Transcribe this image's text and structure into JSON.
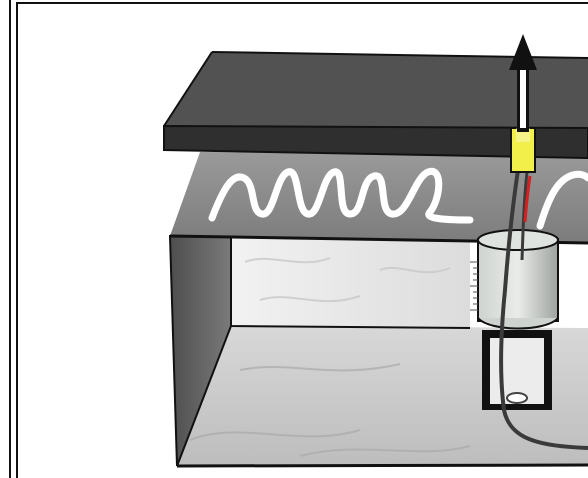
{
  "diagram": {
    "kind": "illustration",
    "parts": [
      "lift-arrow",
      "top-plate",
      "yellow-connector",
      "fluid-layer-squiggle",
      "open-box-chamber",
      "marble-floor",
      "marble-back-wall",
      "cylindrical-holder",
      "scale-ticks",
      "square-well",
      "black-cable",
      "red-wire"
    ],
    "colors": {
      "plate": "#4a4a4a",
      "plate_front": "#2f2f2f",
      "fluid_layer": "#8c8c8c",
      "squiggle": "#ffffff",
      "box_inner_left": "#5e5e5e",
      "marble": "#e6e6e6",
      "connector": "#f2ee4a",
      "cable": "#3a3a3a",
      "red_wire": "#d42020",
      "frame": "#111111"
    }
  }
}
